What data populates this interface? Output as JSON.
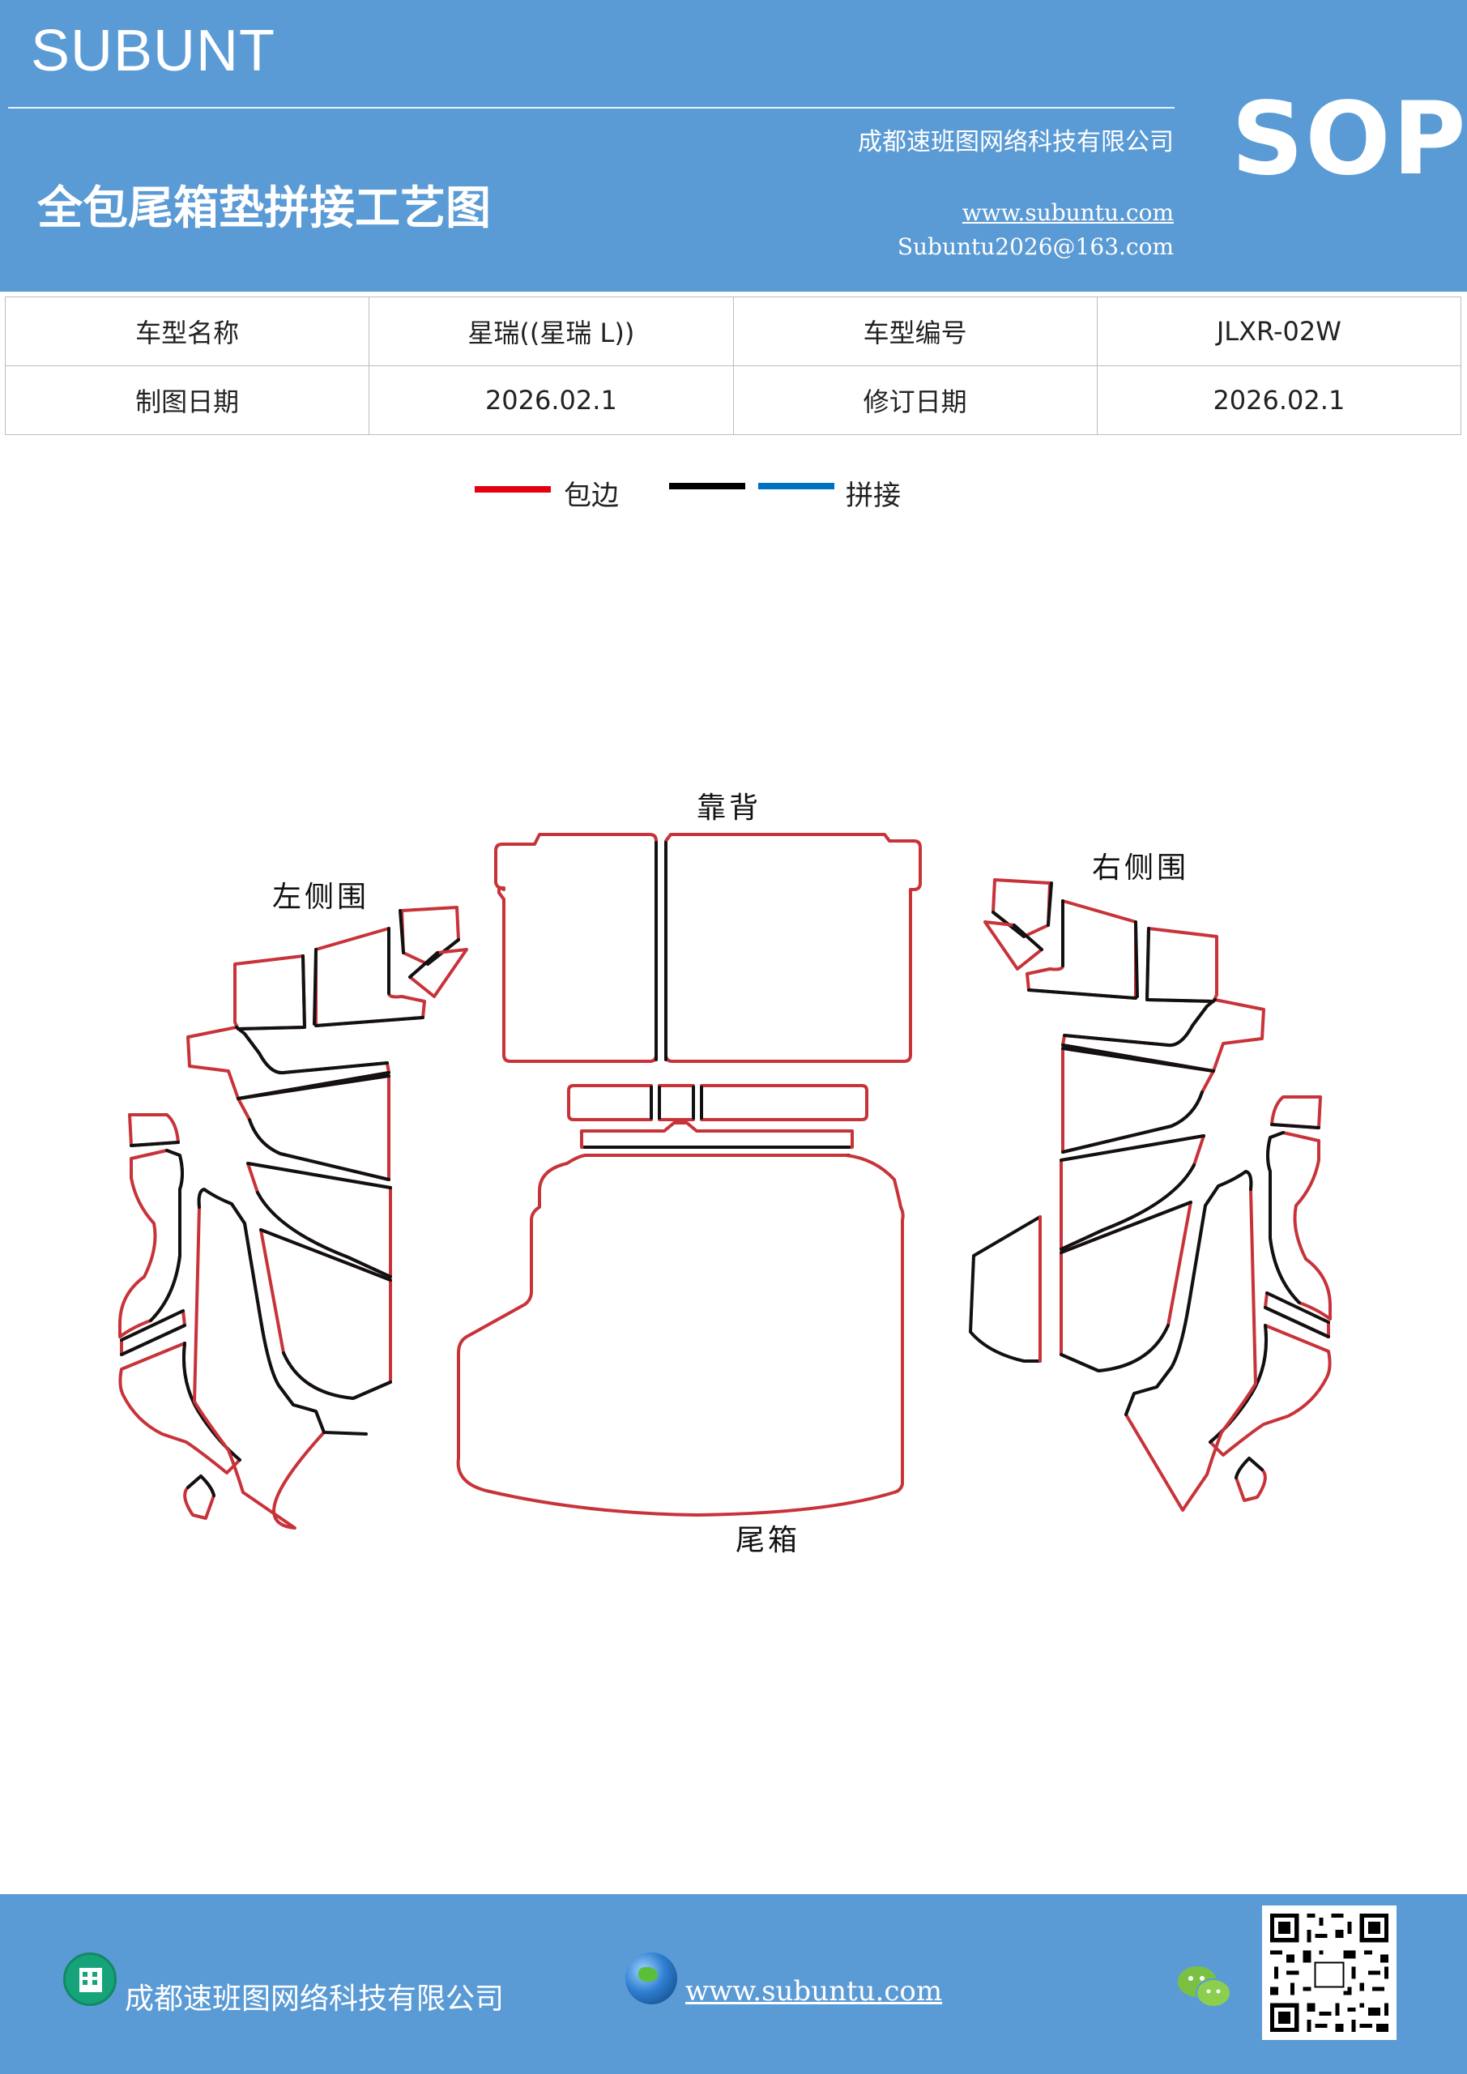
{
  "header": {
    "brand": "SUBUNT",
    "company": "成都速班图网络科技有限公司",
    "title": "全包尾箱垫拼接工艺图",
    "website": "www.subuntu.com",
    "email": "Subuntu2026@163.com",
    "badge": "SOP"
  },
  "info_table": {
    "rows": [
      [
        "车型名称",
        "星瑞((星瑞 L))",
        "车型编号",
        "JLXR-02W"
      ],
      [
        "制图日期",
        "2026.02.1",
        "修订日期",
        "2026.02.1"
      ]
    ]
  },
  "legend": {
    "items": [
      {
        "label": "包边",
        "color": "#e4000f"
      },
      {
        "label": "",
        "color": "#000000"
      },
      {
        "label": "拼接",
        "color": "#0070c0"
      }
    ]
  },
  "diagram": {
    "labels": {
      "back": "靠背",
      "left": "左侧围",
      "right": "右侧围",
      "trunk": "尾箱"
    },
    "colors": {
      "edge": "#c8333a",
      "seam": "#111111"
    }
  },
  "footer": {
    "company": "成都速班图网络科技有限公司",
    "website": "www.subuntu.com ",
    "icons": [
      "building-icon",
      "globe-icon",
      "wechat-icon",
      "qr-code"
    ]
  }
}
